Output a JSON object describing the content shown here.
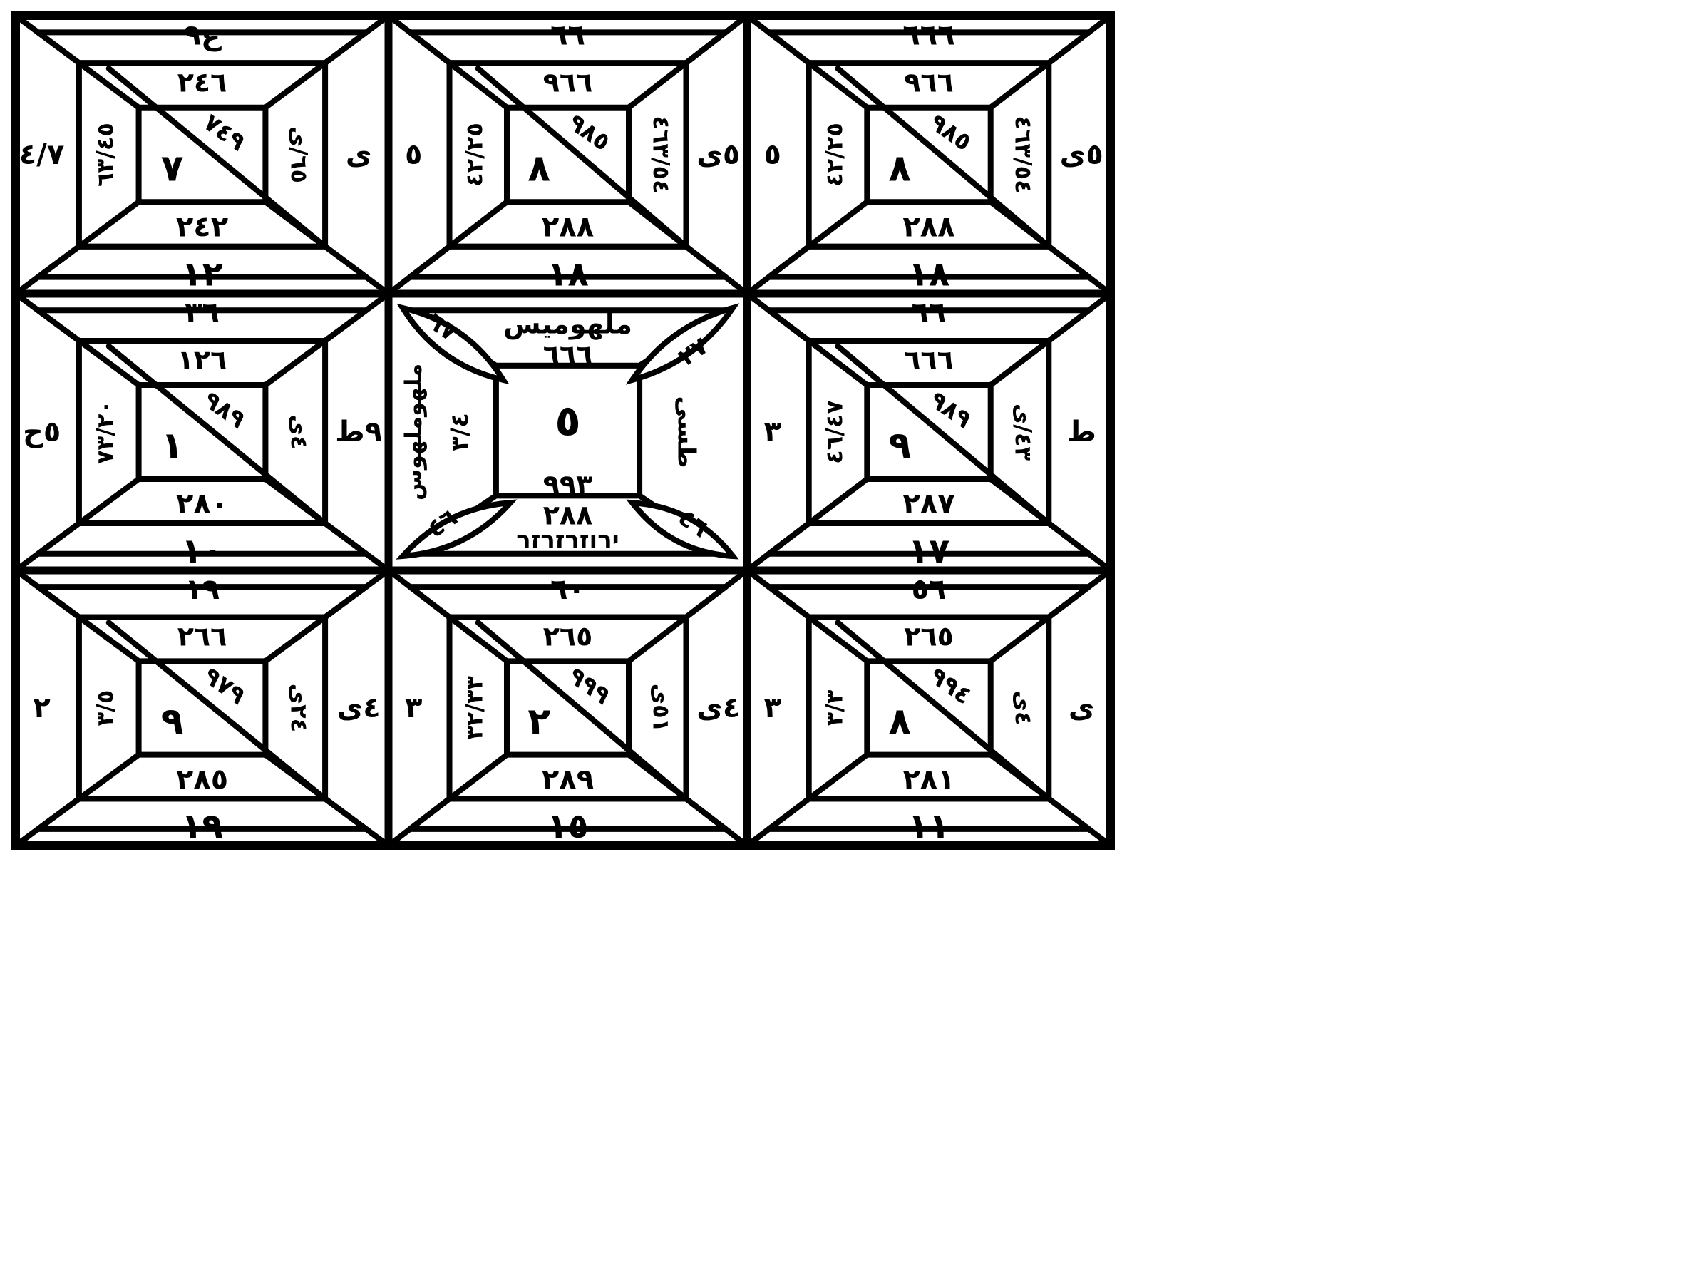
{
  "colors": {
    "ink": "#000000",
    "paper": "#ffffff"
  },
  "frame": {
    "rows": 3,
    "cols": 3
  },
  "cells": [
    {
      "id": "r1c1",
      "kind": "square",
      "bottom_numeral": "١٢",
      "top_outer": "ع٩",
      "top_inner": "٢٤٦",
      "center_upper": "٧٤٩",
      "center_lower": "٧",
      "bottom_inner": "٢٤٢",
      "left_inner": "٦٣/٤٥",
      "left_outer": "٤/٧",
      "right_inner": "٦٥/ى",
      "right_outer": "ى"
    },
    {
      "id": "r1c2",
      "kind": "square",
      "bottom_numeral": "١٨",
      "top_outer": "٦٦",
      "top_inner": "٩٦٦",
      "center_upper": "٩٨٥",
      "center_lower": "٨",
      "bottom_inner": "٢٨٨",
      "left_inner": "٤٢/٢٥",
      "left_outer": "٥",
      "right_inner": "٤٦٣/٥٤",
      "right_outer": "٥ى"
    },
    {
      "id": "r1c3",
      "kind": "square",
      "bottom_numeral": "١٨",
      "top_outer": "٦٦٦",
      "top_inner": "٩٦٦",
      "center_upper": "٩٨٥",
      "center_lower": "٨",
      "bottom_inner": "٢٨٨",
      "left_inner": "٤٢/٢٥",
      "left_outer": "٥",
      "right_inner": "٤٦٣/٥٤",
      "right_outer": "٥ى"
    },
    {
      "id": "r2c1",
      "kind": "square",
      "bottom_numeral": "١٠",
      "top_outer": "٣٦",
      "top_inner": "١٢٦",
      "center_upper": "٩٨٩",
      "center_lower": "١",
      "bottom_inner": "٢٨٠",
      "left_inner": "٧٣/٢٠",
      "left_outer": "٥ح",
      "right_inner": "٤ى",
      "right_outer": "٩ط"
    },
    {
      "id": "r2c2",
      "kind": "center",
      "center_numeral": "٥",
      "top_text": "ملهوميس",
      "top_inner": "٦٦٦",
      "bottom_inner_upper": "٩٩٣",
      "bottom_inner_lower": "٢٨٨",
      "bottom_script": "ירוזרזרזר",
      "left_inner": "٣/٤",
      "left_script": "ملهوملهوس",
      "right_inner": "طسى",
      "leaf_tl": "٦٧",
      "leaf_tr": "٢٧",
      "leaf_bl": "٤٦",
      "leaf_br": "٤٦"
    },
    {
      "id": "r2c3",
      "kind": "square",
      "bottom_numeral": "١٧",
      "top_outer": "٦٦",
      "top_inner": "٦٦٦",
      "center_upper": "٩٨٩",
      "center_lower": "٩",
      "bottom_inner": "٢٨٧",
      "left_inner": "٤٦/٤٧",
      "left_outer": "٣",
      "right_inner": "٤٣/ى",
      "right_outer": "ط"
    },
    {
      "id": "r3c1",
      "kind": "square",
      "bottom_numeral": "١٩",
      "top_outer": "١٩",
      "top_inner": "٢٦٦",
      "center_upper": "٩٧٩",
      "center_lower": "٩",
      "bottom_inner": "٢٨٥",
      "left_inner": "٣/٥",
      "left_outer": "٢",
      "right_inner": "٢٤ى",
      "right_outer": "٤ى"
    },
    {
      "id": "r3c2",
      "kind": "square",
      "bottom_numeral": "١٥",
      "top_outer": "٦٠",
      "top_inner": "٢٦٥",
      "center_upper": "٩٩٩",
      "center_lower": "٢",
      "bottom_inner": "٢٨٩",
      "left_inner": "٣٢/٣٣",
      "left_outer": "٣",
      "right_inner": "٥١ى",
      "right_outer": "٤ى"
    },
    {
      "id": "r3c3",
      "kind": "square",
      "bottom_numeral": "١١",
      "top_outer": "٥٦",
      "top_inner": "٢٦٥",
      "center_upper": "٩٩٤",
      "center_lower": "٨",
      "bottom_inner": "٢٨١",
      "left_inner": "٣/٣",
      "left_outer": "٣",
      "right_inner": "٤ى",
      "right_outer": "ى"
    }
  ]
}
